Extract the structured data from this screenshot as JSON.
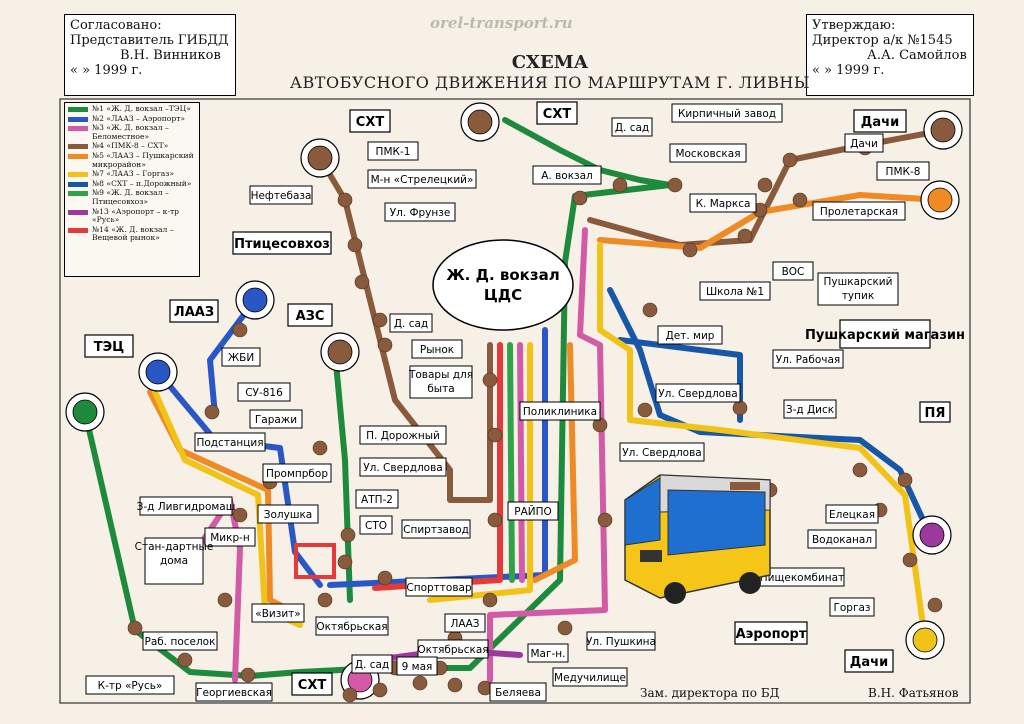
{
  "site_watermark": "orel-transport.ru",
  "approval_left": {
    "line1": "Согласовано:",
    "line2": "Представитель ГИБДД",
    "line3": "В.Н. Винников",
    "line4": "«   »               1999 г."
  },
  "approval_right": {
    "line1": "Утверждаю:",
    "line2": "Директор а/к №1545",
    "line3": "А.А. Самойлов",
    "line4": "«   »               1999 г."
  },
  "title": "СХЕМА",
  "subtitle": "АВТОБУСНОГО ДВИЖЕНИЯ ПО МАРШРУТАМ Г. ЛИВНЫ",
  "legend": [
    {
      "text": "№1 «Ж. Д. вокзал –ТЭЦ»",
      "color": "#1e8a3c"
    },
    {
      "text": "№2 «ЛААЗ – Аэропорт»",
      "color": "#2a57c6"
    },
    {
      "text": "№3 «Ж. Д. вокзал – Беломестное»",
      "color": "#d25aa6"
    },
    {
      "text": "№4 «ПМК-8 – СХТ»",
      "color": "#8a5a3c"
    },
    {
      "text": "№5 «ЛААЗ – Пушкарский микрорайон»",
      "color": "#f08a24"
    },
    {
      "text": "№7 «ЛААЗ – Горгаз»",
      "color": "#f1c318"
    },
    {
      "text": "№8 «СХТ – п.Дорожный»",
      "color": "#1857a8"
    },
    {
      "text": "№9 «Ж. Д. вокзал – Птицесовхоз»",
      "color": "#2fa24a"
    },
    {
      "text": "№13 «Аэропорт – к-тр «Русь»",
      "color": "#9b3a9c"
    },
    {
      "text": "№14 «Ж. Д. вокзал – Вещевой рынок»",
      "color": "#e53a3a"
    }
  ],
  "center_station": {
    "line1": "Ж. Д. вокзал",
    "line2": "ЦДС"
  },
  "terminals": {
    "tec": "ТЭЦ",
    "laaz_top": "ЛААЗ",
    "ptsovkhoz": "Птицесовхоз",
    "azs": "АЗС",
    "sht_top1": "СХТ",
    "sht_top2": "СХТ",
    "dachi_top": "Дачи",
    "pushkarsky": "Пушкарский магазин",
    "airport": "Аэропорт",
    "dachi_bottom": "Дачи",
    "sht_bottom": "СХТ",
    "pya": "ПЯ"
  },
  "stops": {
    "pmk1": "ПМК-1",
    "m_strel": "М-н «Стрелецкий»",
    "neftebaza": "Нефтебаза",
    "ul_frunze": "Ул. Фрунзе",
    "d_sad_mid": "Д. сад",
    "rynok": "Рынок",
    "tovary": "Товары для быта",
    "gbi": "ЖБИ",
    "su816": "СУ-816",
    "garazhi": "Гаражи",
    "podstanciya": "Подстанция",
    "p_dorozh": "П. Дорожный",
    "ul_sverdl_l": "Ул. Свердлова",
    "prompribor": "Промпрбор",
    "livgidromash": "З-д Ливгидромаш",
    "zolushka": "Золушка",
    "atp2": "АТП-2",
    "sto": "СТО",
    "sprtzavod": "Спиртзавод",
    "raipo": "РАЙПО",
    "mikr_n": "Микр-н",
    "standard": "Стан-дартные дома",
    "vizit": "«Визит»",
    "sporttovar": "Спорттовар",
    "oktyabr1": "Октябрьская",
    "raspos": "Раб. поселок",
    "laaz_bottom": "ЛААЗ",
    "oktyabr2": "Октябрьская",
    "may9": "9 мая",
    "d_sad_bot": "Д. сад",
    "mag_n": "Маг-н.",
    "ul_pushkin": "Ул. Пушкина",
    "meduch": "Медучилище",
    "belyaeva": "Беляева",
    "georg": "Георгиевская",
    "k_tr_rus": "К-тр «Русь»",
    "d_sad_top": "Д. сад",
    "a_vokzal": "А. вокзал",
    "kirpich": "Кирпичный завод",
    "moskovsk": "Московская",
    "k_marksa": "К. Маркса",
    "dachi_box": "Дачи",
    "pmk8": "ПМК-8",
    "proletar": "Пролетарская",
    "vos": "ВОС",
    "shkola1": "Школа №1",
    "push_tupik": "Пушкарский тупик",
    "det_mir": "Дет. мир",
    "ul_rabochaya": "Ул. Рабочая",
    "ul_sverdl_r": "Ул. Свердлова",
    "z3_disk": "З-д Диск",
    "ul_sverdl_c": "Ул. Свердлова",
    "poliklinika": "Поликлиника",
    "eleckaya": "Елецкая",
    "vodokanal": "Водоканал",
    "pishchekomb": "Пищекомбинат",
    "gorgaz": "Горгаз"
  },
  "footer_left": "Зам. директора по БД",
  "footer_right": "В.Н. Фатьянов"
}
